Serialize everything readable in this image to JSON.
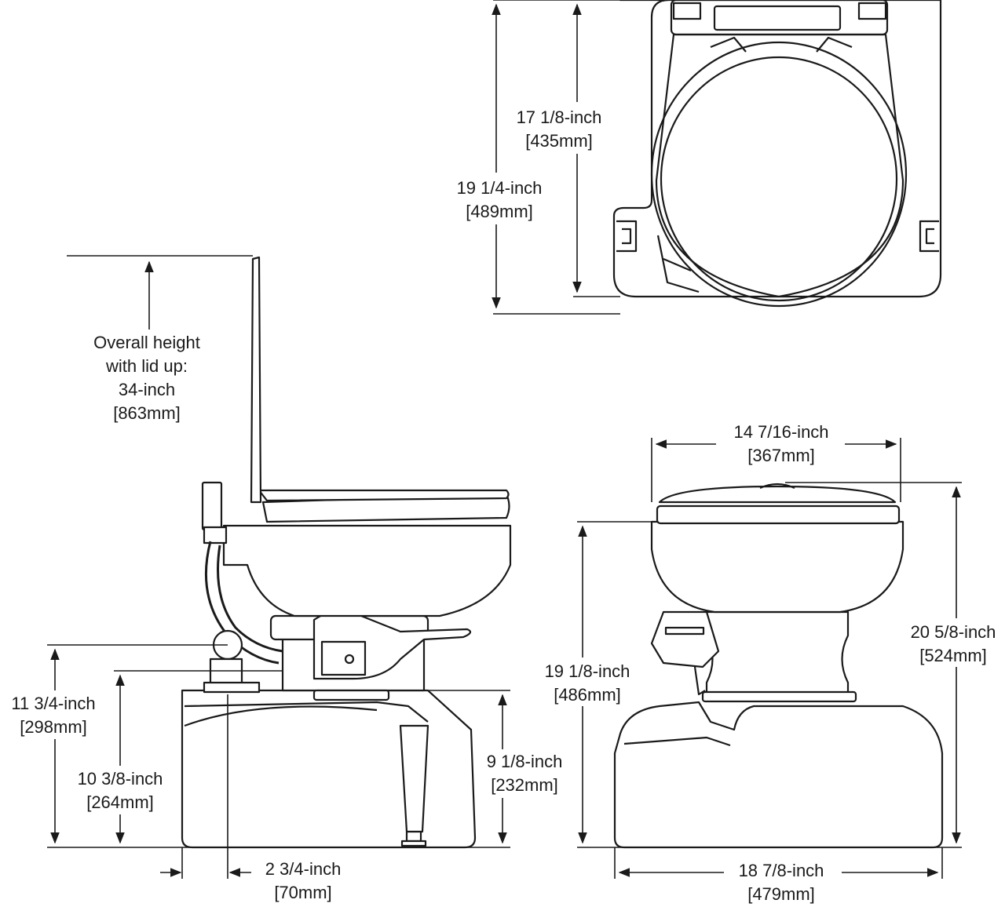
{
  "top_view": {
    "outer_depth": {
      "imperial": "19 1/4-inch",
      "metric": "[489mm]"
    },
    "bowl_depth": {
      "imperial": "17 1/8-inch",
      "metric": "[435mm]"
    }
  },
  "side_view": {
    "overall_height": {
      "line1": "Overall height",
      "line2": "with lid up:",
      "imperial": "34-inch",
      "metric": "[863mm]"
    },
    "pump_height": {
      "imperial": "11 3/4-inch",
      "metric": "[298mm]"
    },
    "outlet_height": {
      "imperial": "10 3/8-inch",
      "metric": "[264mm]"
    },
    "base_height": {
      "imperial": "9 1/8-inch",
      "metric": "[232mm]"
    },
    "offset": {
      "imperial": "2 3/4-inch",
      "metric": "[70mm]"
    }
  },
  "front_view": {
    "bowl_width": {
      "imperial": "14 7/16-inch",
      "metric": "[367mm]"
    },
    "seat_height": {
      "imperial": "19 1/8-inch",
      "metric": "[486mm]"
    },
    "total_height": {
      "imperial": "20 5/8-inch",
      "metric": "[524mm]"
    },
    "base_width": {
      "imperial": "18 7/8-inch",
      "metric": "[479mm]"
    }
  },
  "colors": {
    "line": "#1a1a1a",
    "fill": "#ffffff"
  }
}
